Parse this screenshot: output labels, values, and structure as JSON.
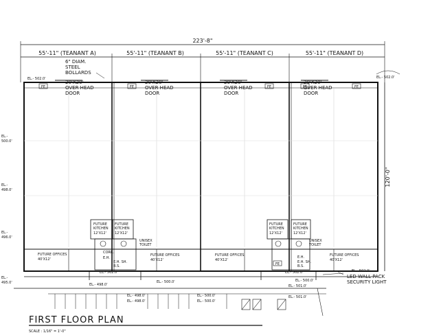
{
  "plan": {
    "overall_dim": "223'-8\"",
    "tenants": [
      {
        "label": "55'-11\" (TEANANT A)"
      },
      {
        "label": "55'-11\" (TEANANT B)"
      },
      {
        "label": "55'-11\" (TEANANT C)"
      },
      {
        "label": "55'-11\" (TEANANT D)"
      }
    ],
    "depth_dim": "120'-0\"",
    "bollards_note": [
      "6\" DIAM.",
      "STEEL",
      "BOLLARDS"
    ],
    "door_note": [
      "20'X20'",
      "OVER HEAD",
      "DOOR"
    ],
    "fe_tag": "FE",
    "elevations": {
      "top_left": "EL.- 502.0'",
      "top_right": "EL.- 502.0'",
      "left_1": [
        "EL.-",
        "500.0'"
      ],
      "left_2": [
        "EL.-",
        "498.0'"
      ],
      "left_3": [
        "EL.-",
        "496.0'"
      ],
      "left_4": [
        "EL.-",
        "495.0'"
      ],
      "mid_a": "EL.- 502.0'",
      "mid_b": "EL.- 500.0'",
      "mid_c": "EL.- 502.0'",
      "right_mid": "EL.- 502.0'",
      "right_low": "EL.- 500.0'",
      "bottom_1": "EL.- 498.0'",
      "bottom_2": "EL.- 498.0'",
      "bottom_3": "EL.- 498.0'",
      "bottom_4": "EL.- 500.0'",
      "bottom_5": "EL.- 500.0'",
      "bottom_6": "EL.- 501.0'",
      "bottom_7": "EL.- 501.0'"
    },
    "future_offices": "FUTURE OFFICES",
    "office_size": "40'X12'",
    "future_kitchen": [
      "FUTURE",
      "KITCHEN",
      "12'X12'"
    ],
    "unisex_toilet": [
      "UNISEX",
      "TOILET"
    ],
    "corr_labels": [
      "CORR.",
      "E.H.",
      "E.H. SH.",
      "B.S."
    ],
    "led_note": [
      "LED WALL PACK",
      "SECURITY LIGHT"
    ],
    "title": "FIRST FLOOR PLAN",
    "scale": "SCALE : 1/16\" = 1'-0\""
  }
}
